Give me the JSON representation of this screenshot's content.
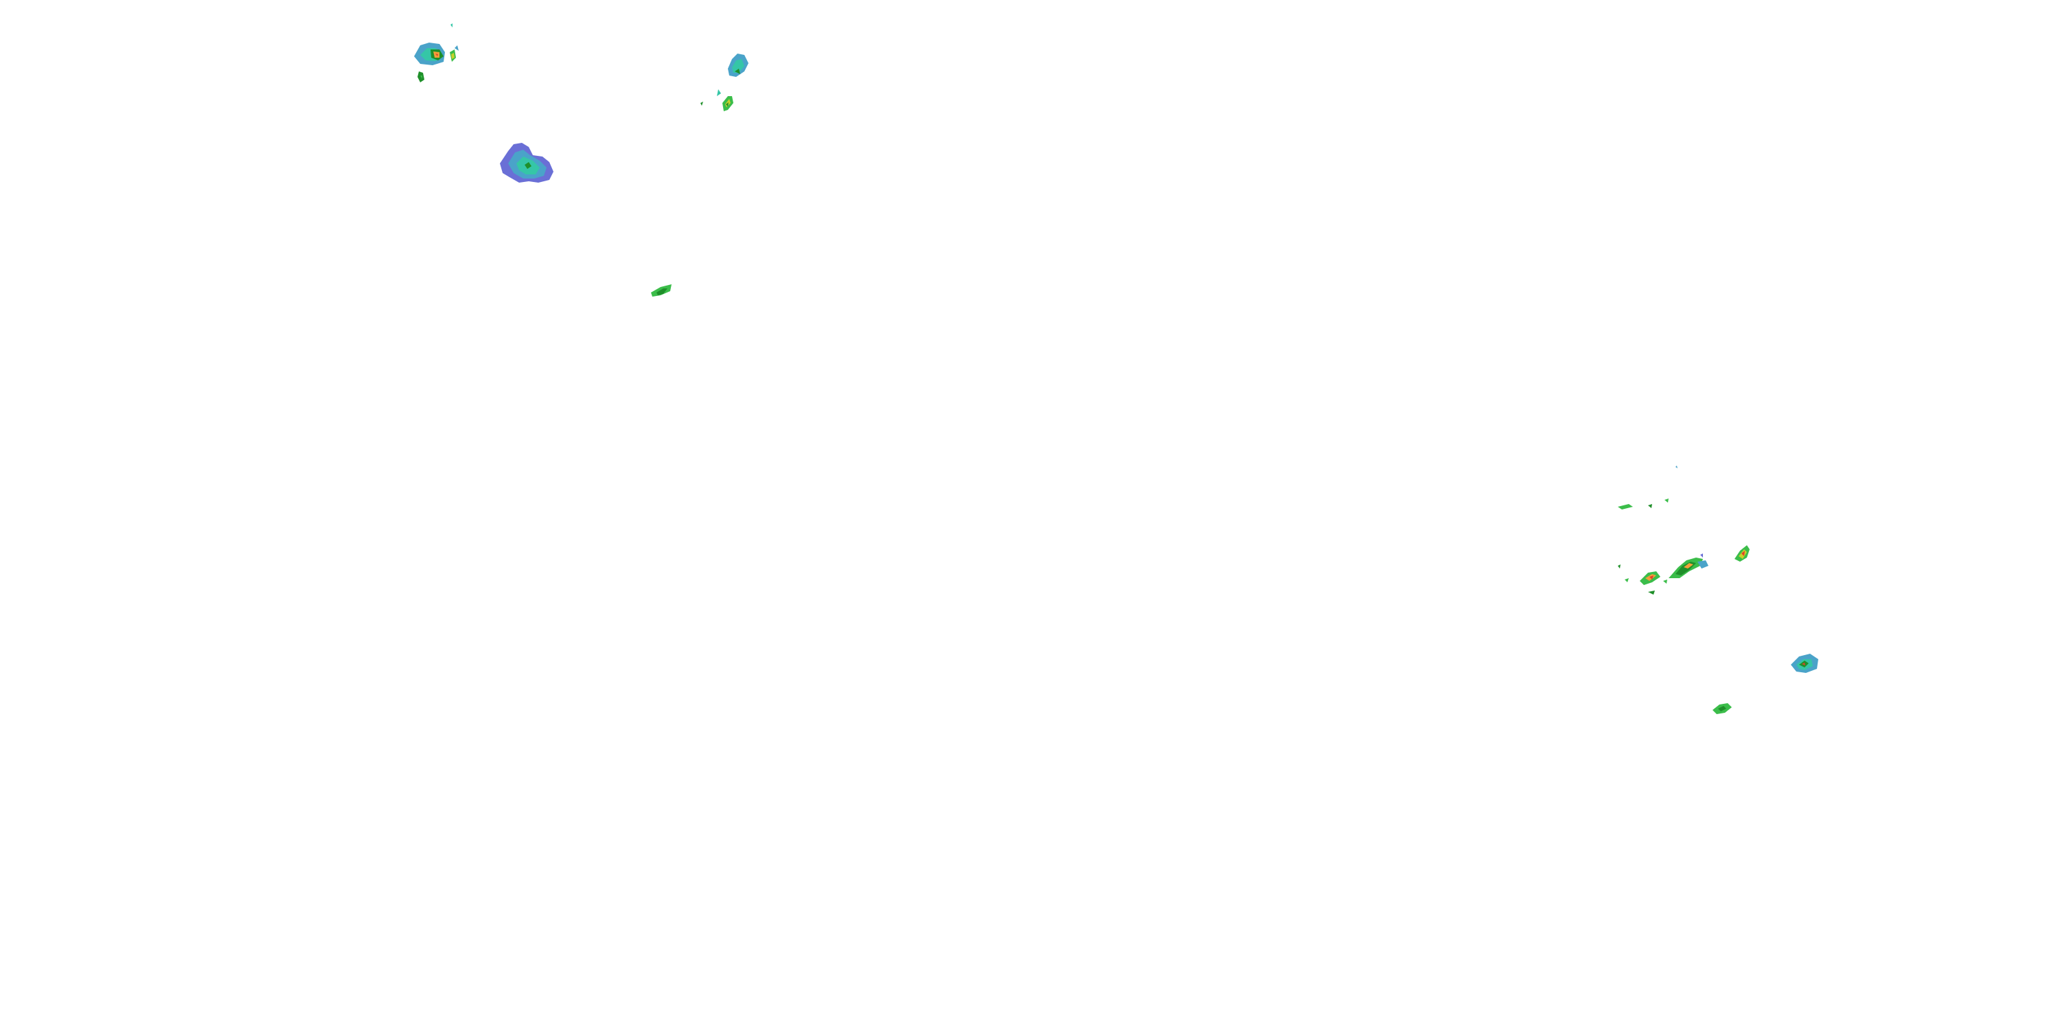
{
  "map": {
    "background": "#ffffff",
    "layer": "precipitation-radar",
    "color_scale": [
      "#6a6fd6",
      "#4aa3c9",
      "#35c6a7",
      "#3bbd4a",
      "#1f8f2a",
      "#c8d12b",
      "#f2a03a",
      "#e0432b"
    ],
    "cells": [
      {
        "id": "cell-nw-1",
        "intensity": "strong"
      },
      {
        "id": "cell-nw-2",
        "intensity": "light"
      },
      {
        "id": "cell-nw-3",
        "intensity": "moderate"
      },
      {
        "id": "cell-north-1",
        "intensity": "moderate"
      },
      {
        "id": "cell-north-2",
        "intensity": "moderate"
      },
      {
        "id": "cell-central-large",
        "intensity": "light"
      },
      {
        "id": "cell-central-small",
        "intensity": "moderate"
      },
      {
        "id": "cell-east-1",
        "intensity": "moderate"
      },
      {
        "id": "cell-east-2",
        "intensity": "strong"
      },
      {
        "id": "cell-east-3",
        "intensity": "strong"
      },
      {
        "id": "cell-east-4",
        "intensity": "moderate"
      },
      {
        "id": "cell-east-5",
        "intensity": "moderate"
      },
      {
        "id": "cell-east-scatter",
        "intensity": "light"
      }
    ]
  }
}
